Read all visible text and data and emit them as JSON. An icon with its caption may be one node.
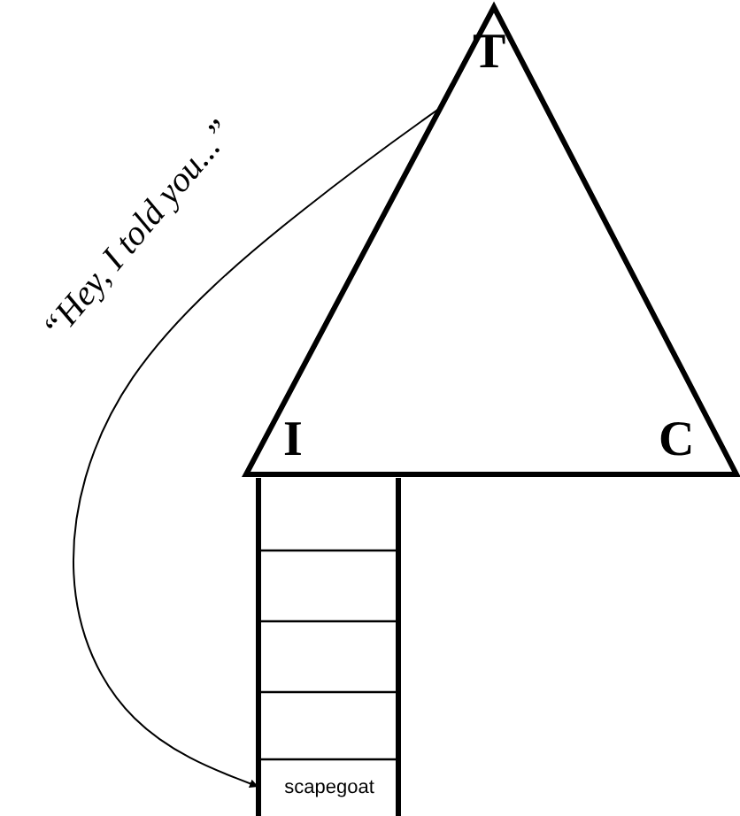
{
  "diagram": {
    "nodes": [
      {
        "text": [
          "T",
          "I",
          "C"
        ]
      },
      {
        "text": [
          "scapegoat"
        ]
      }
    ],
    "edges": [
      {
        "from": 0,
        "to": 1,
        "arrow": "to",
        "label": "“Hey, I told you...”"
      }
    ]
  }
}
